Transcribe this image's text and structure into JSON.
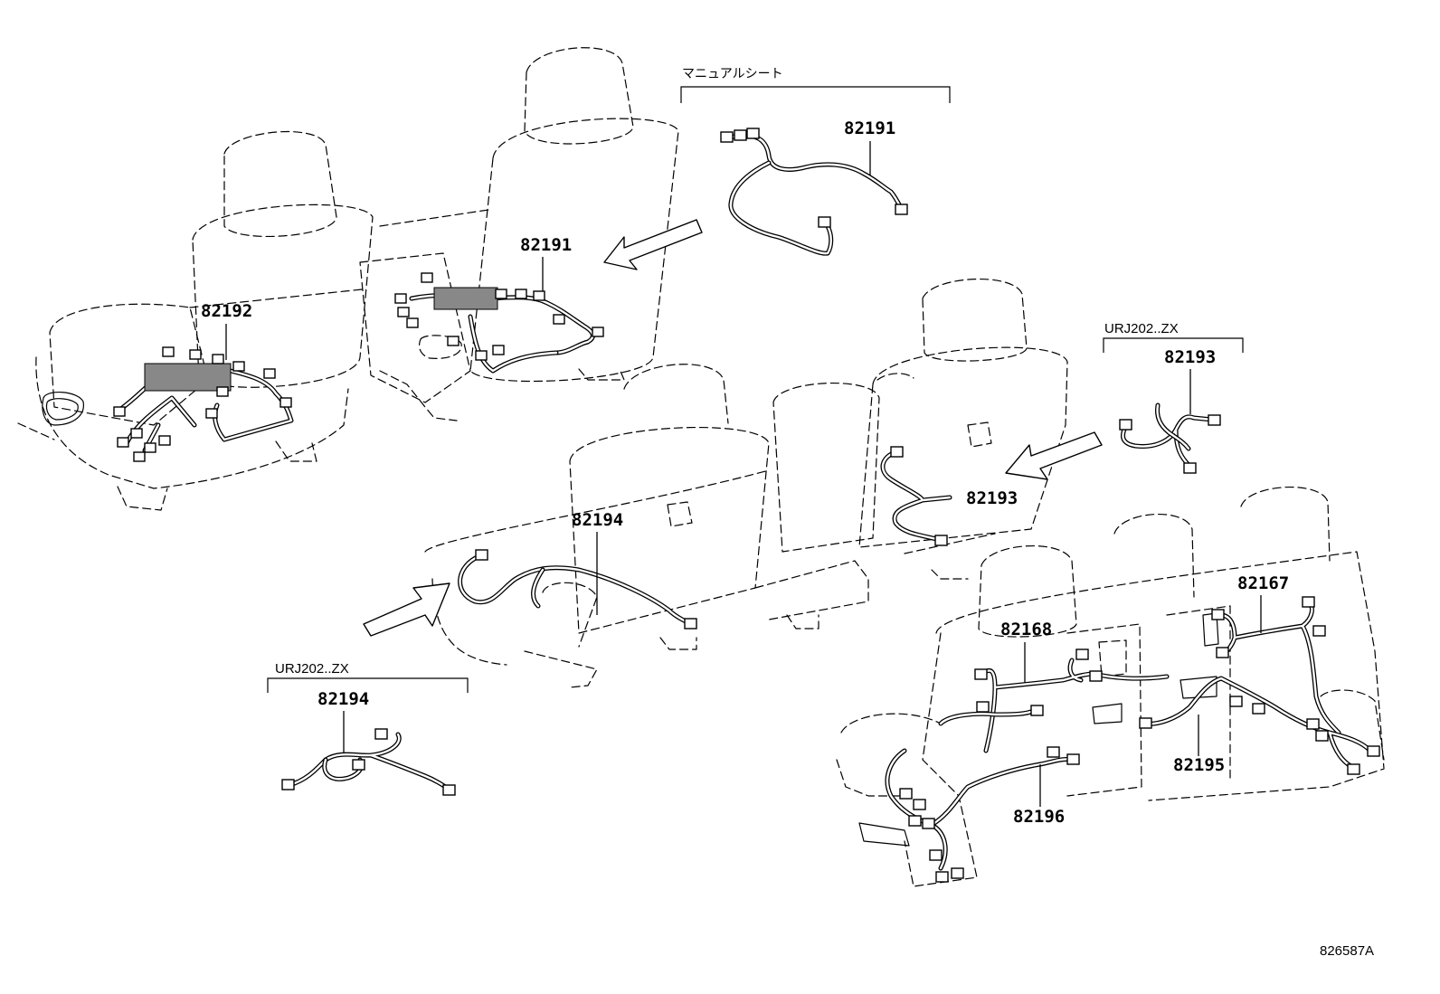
{
  "diagram": {
    "reference_code": "826587A",
    "notes": {
      "manual_seat": "マニュアルシート",
      "variant_upper": "URJ202..ZX",
      "variant_lower": "URJ202..ZX"
    },
    "parts": {
      "p82192": "82192",
      "p82191_seat": "82191",
      "p82191_detail": "82191",
      "p82193_detail": "82193",
      "p82193_seat": "82193",
      "p82194_seat": "82194",
      "p82194_detail": "82194",
      "p82167": "82167",
      "p82168": "82168",
      "p82195": "82195",
      "p82196": "82196"
    }
  }
}
